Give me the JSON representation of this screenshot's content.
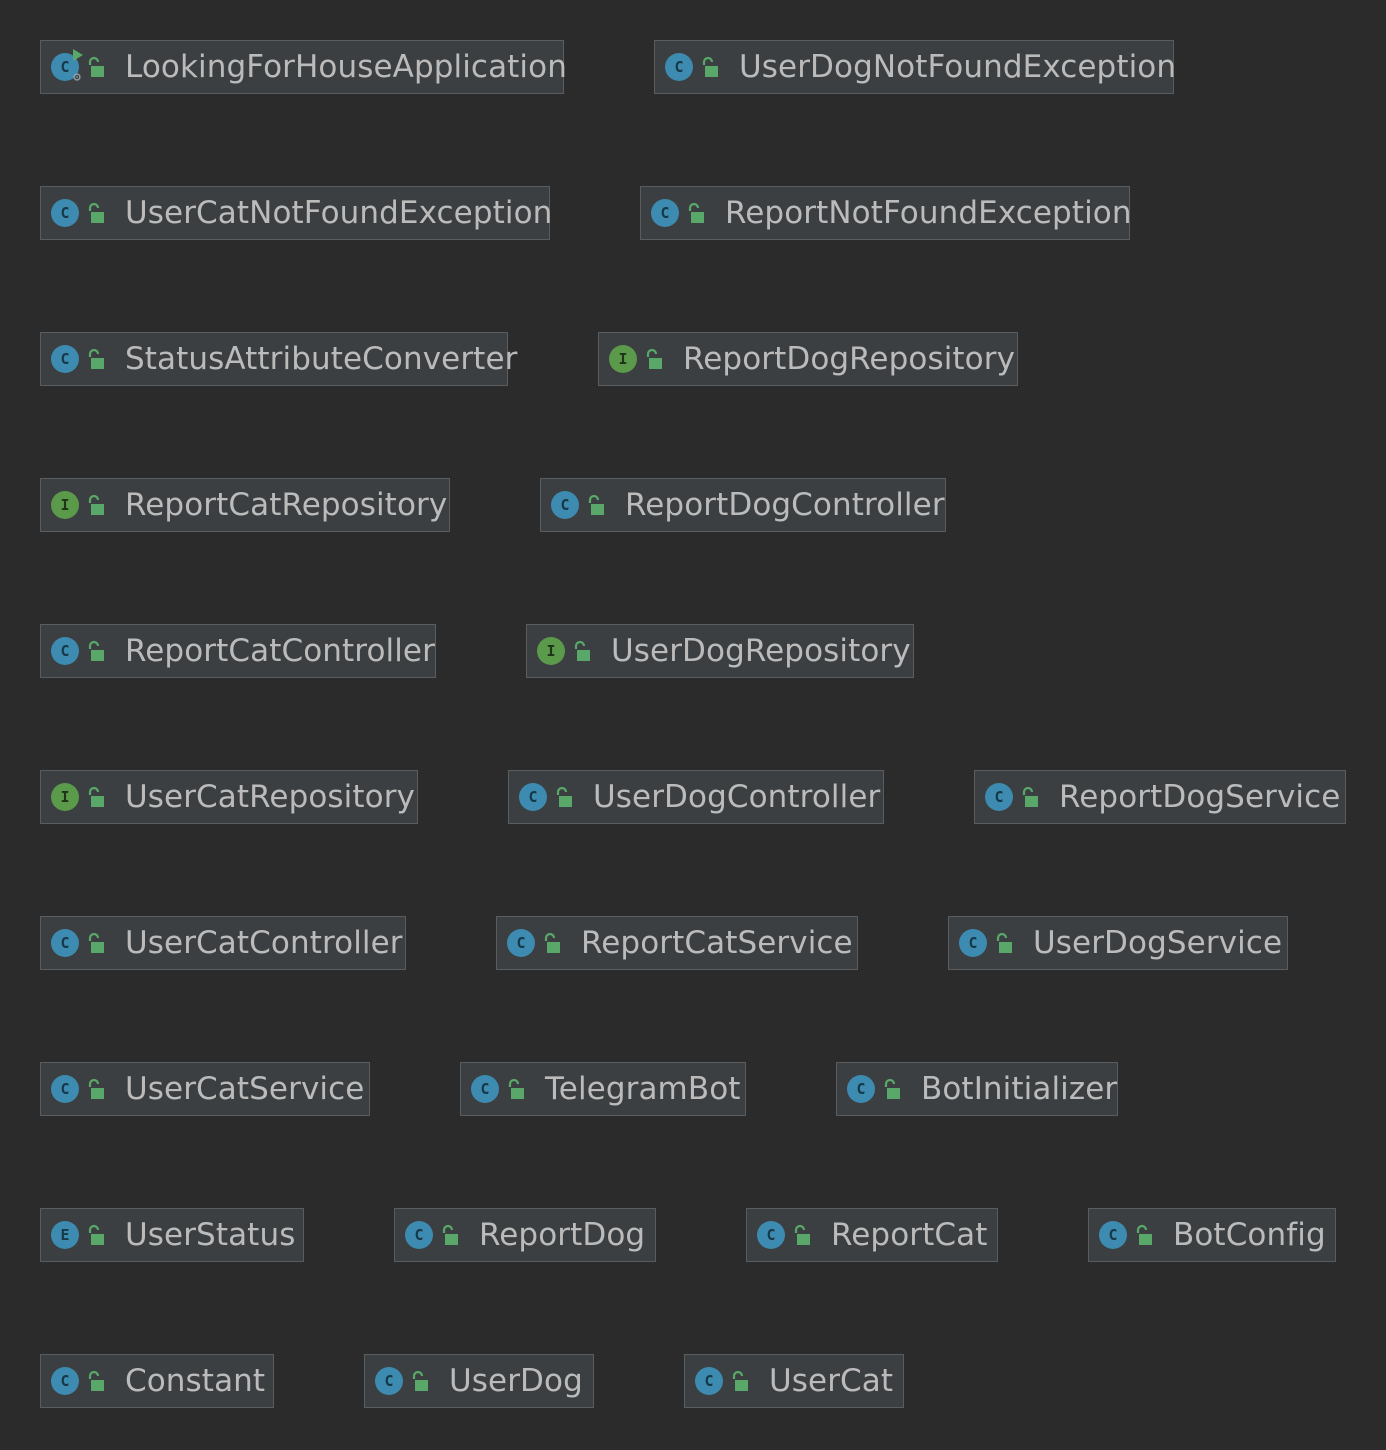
{
  "diagram": {
    "nodes": [
      {
        "label": "LookingForHouseApplication",
        "kind": "app",
        "kind_letter": "C",
        "icon": "class-icon"
      },
      {
        "label": "UserDogNotFoundException",
        "kind": "class",
        "kind_letter": "C",
        "icon": "class-icon"
      },
      {
        "label": "UserCatNotFoundException",
        "kind": "class",
        "kind_letter": "C",
        "icon": "class-icon"
      },
      {
        "label": "ReportNotFoundException",
        "kind": "class",
        "kind_letter": "C",
        "icon": "class-icon"
      },
      {
        "label": "StatusAttributeConverter",
        "kind": "class",
        "kind_letter": "C",
        "icon": "class-icon"
      },
      {
        "label": "ReportDogRepository",
        "kind": "interface",
        "kind_letter": "I",
        "icon": "interface-icon"
      },
      {
        "label": "ReportCatRepository",
        "kind": "interface",
        "kind_letter": "I",
        "icon": "interface-icon"
      },
      {
        "label": "ReportDogController",
        "kind": "class",
        "kind_letter": "C",
        "icon": "class-icon"
      },
      {
        "label": "ReportCatController",
        "kind": "class",
        "kind_letter": "C",
        "icon": "class-icon"
      },
      {
        "label": "UserDogRepository",
        "kind": "interface",
        "kind_letter": "I",
        "icon": "interface-icon"
      },
      {
        "label": "UserCatRepository",
        "kind": "interface",
        "kind_letter": "I",
        "icon": "interface-icon"
      },
      {
        "label": "UserDogController",
        "kind": "class",
        "kind_letter": "C",
        "icon": "class-icon"
      },
      {
        "label": "ReportDogService",
        "kind": "class",
        "kind_letter": "C",
        "icon": "class-icon"
      },
      {
        "label": "UserCatController",
        "kind": "class",
        "kind_letter": "C",
        "icon": "class-icon"
      },
      {
        "label": "ReportCatService",
        "kind": "class",
        "kind_letter": "C",
        "icon": "class-icon"
      },
      {
        "label": "UserDogService",
        "kind": "class",
        "kind_letter": "C",
        "icon": "class-icon"
      },
      {
        "label": "UserCatService",
        "kind": "class",
        "kind_letter": "C",
        "icon": "class-icon"
      },
      {
        "label": "TelegramBot",
        "kind": "class",
        "kind_letter": "C",
        "icon": "class-icon"
      },
      {
        "label": "BotInitializer",
        "kind": "class",
        "kind_letter": "C",
        "icon": "class-icon"
      },
      {
        "label": "UserStatus",
        "kind": "enum",
        "kind_letter": "E",
        "icon": "enum-icon"
      },
      {
        "label": "ReportDog",
        "kind": "class",
        "kind_letter": "C",
        "icon": "class-icon"
      },
      {
        "label": "ReportCat",
        "kind": "class",
        "kind_letter": "C",
        "icon": "class-icon"
      },
      {
        "label": "BotConfig",
        "kind": "class",
        "kind_letter": "C",
        "icon": "class-icon"
      },
      {
        "label": "Constant",
        "kind": "class",
        "kind_letter": "C",
        "icon": "class-icon"
      },
      {
        "label": "UserDog",
        "kind": "class",
        "kind_letter": "C",
        "icon": "class-icon"
      },
      {
        "label": "UserCat",
        "kind": "class",
        "kind_letter": "C",
        "icon": "class-icon"
      }
    ]
  },
  "colors": {
    "background": "#2b2b2b",
    "node_fill": "#3c3f41",
    "node_border": "#5a5d5f",
    "label": "#bbbbbb",
    "class_icon": "#3d8bb1",
    "interface_icon": "#5a9a4a",
    "lock_icon": "#59a869"
  }
}
